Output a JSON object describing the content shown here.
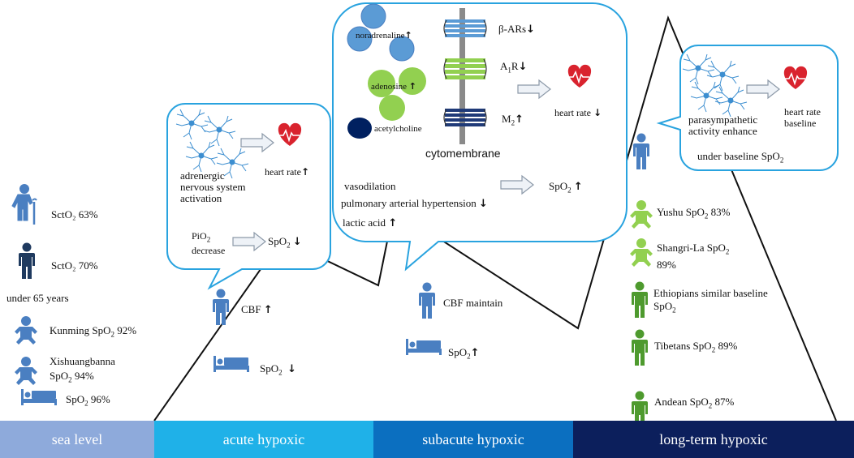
{
  "colors": {
    "bubble_border": "#29a3df",
    "icon_blue": "#4a7fc1",
    "icon_dark": "#1f3a5f",
    "icon_green": "#7cc44e",
    "icon_darkgreen": "#4e9a2e",
    "heart": "#d9232e",
    "noradrenaline": "#5b9bd5",
    "adenosine": "#92d050",
    "acetylcholine": "#002060"
  },
  "stages": [
    {
      "label": "sea level",
      "color": "#8eaadb"
    },
    {
      "label": "acute hypoxic",
      "color": "#1fb1e8"
    },
    {
      "label": "subacute hypoxic",
      "color": "#0b6fc0"
    },
    {
      "label": "long-term hypoxic",
      "color": "#0c1f5c"
    }
  ],
  "sea_level": {
    "elderly": "SctO₂ 63%",
    "adult": "SctO₂ 70%",
    "under65": "under 65 years",
    "kunming": "Kunming SpO",
    "kunming_val": " 92%",
    "xishuang": "Xishuangbanna",
    "xishuang_val": "SpO",
    "xishuang_val2": " 94%",
    "bed": "SpO",
    "bed_val": " 96%"
  },
  "acute": {
    "adrenergic1": "adrenergic",
    "adrenergic2": "nervous system",
    "adrenergic3": "activation",
    "heart_rate": "heart rate",
    "pio2": "PiO",
    "decrease": "decrease",
    "spo2": "SpO",
    "cbf": "CBF",
    "bed_spo2": "SpO"
  },
  "subacute": {
    "noradrenaline": "noradrenaline",
    "adenosine": "adenosine",
    "acetylcholine": "acetylcholine",
    "bars": "β-ARs",
    "a1r": "A",
    "a1r_tail": "R",
    "m2": "M",
    "heart_rate": "heart rate",
    "cytomembrane": "cytomembrane",
    "vasodilation": "vasodilation",
    "pah": "pulmonary arterial hypertension",
    "lactic": "lactic acid",
    "spo2": "SpO",
    "cbf": "CBF maintain",
    "bed_spo2": "SpO"
  },
  "longterm": {
    "para1": "parasympathetic",
    "para2": "activity  enhance",
    "hr1": "heart rate",
    "hr2": "baseline",
    "under": "under baseline SpO",
    "yushu": "Yushu SpO",
    "yushu_val": " 83%",
    "shangri": "Shangri-La SpO",
    "shangri_val": "89%",
    "ethio1": "Ethiopians similar baseline",
    "ethio2": "SpO",
    "tibet": "Tibetans SpO",
    "tibet_val": " 89%",
    "andean": "Andean SpO",
    "andean_val": " 87%"
  }
}
